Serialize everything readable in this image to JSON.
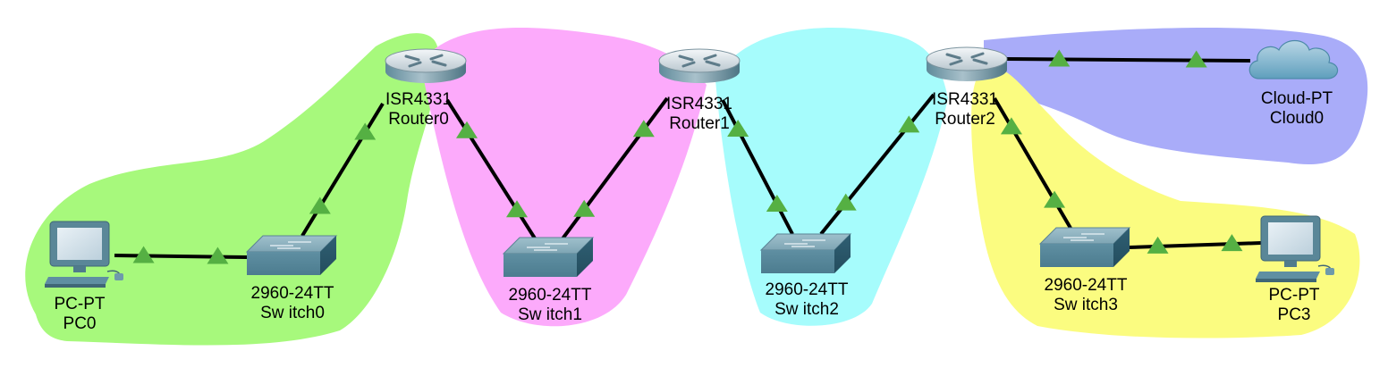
{
  "colors": {
    "zone_lan0": "#a7f97c",
    "zone_wan1": "#fcaafb",
    "zone_wan2": "#a6fcfc",
    "zone_lan3": "#fbfc80",
    "zone_cloud": "#a9acf9",
    "link": "#000000",
    "link_status": "#55b043"
  },
  "devices": {
    "router0": {
      "model": "ISR4331",
      "name": "Router0",
      "icon": "router-icon"
    },
    "router1": {
      "model": "ISR4331",
      "name": "Router1",
      "icon": "router-icon"
    },
    "router2": {
      "model": "ISR4331",
      "name": "Router2",
      "icon": "router-icon"
    },
    "switch0": {
      "model": "2960-24TT",
      "name": "Sw itch0",
      "icon": "switch-icon"
    },
    "switch1": {
      "model": "2960-24TT",
      "name": "Sw itch1",
      "icon": "switch-icon"
    },
    "switch2": {
      "model": "2960-24TT",
      "name": "Sw itch2",
      "icon": "switch-icon"
    },
    "switch3": {
      "model": "2960-24TT",
      "name": "Sw itch3",
      "icon": "switch-icon"
    },
    "pc0": {
      "model": "PC-PT",
      "name": "PC0",
      "icon": "pc-icon"
    },
    "pc3": {
      "model": "PC-PT",
      "name": "PC3",
      "icon": "pc-icon"
    },
    "cloud0": {
      "model": "Cloud-PT",
      "name": "Cloud0",
      "icon": "cloud-icon"
    }
  },
  "links": [
    {
      "from": "pc0",
      "to": "switch0"
    },
    {
      "from": "switch0",
      "to": "router0"
    },
    {
      "from": "router0",
      "to": "switch1"
    },
    {
      "from": "switch1",
      "to": "router1"
    },
    {
      "from": "router1",
      "to": "switch2"
    },
    {
      "from": "switch2",
      "to": "router2"
    },
    {
      "from": "router2",
      "to": "switch3"
    },
    {
      "from": "switch3",
      "to": "pc3"
    },
    {
      "from": "router2",
      "to": "cloud0"
    }
  ]
}
